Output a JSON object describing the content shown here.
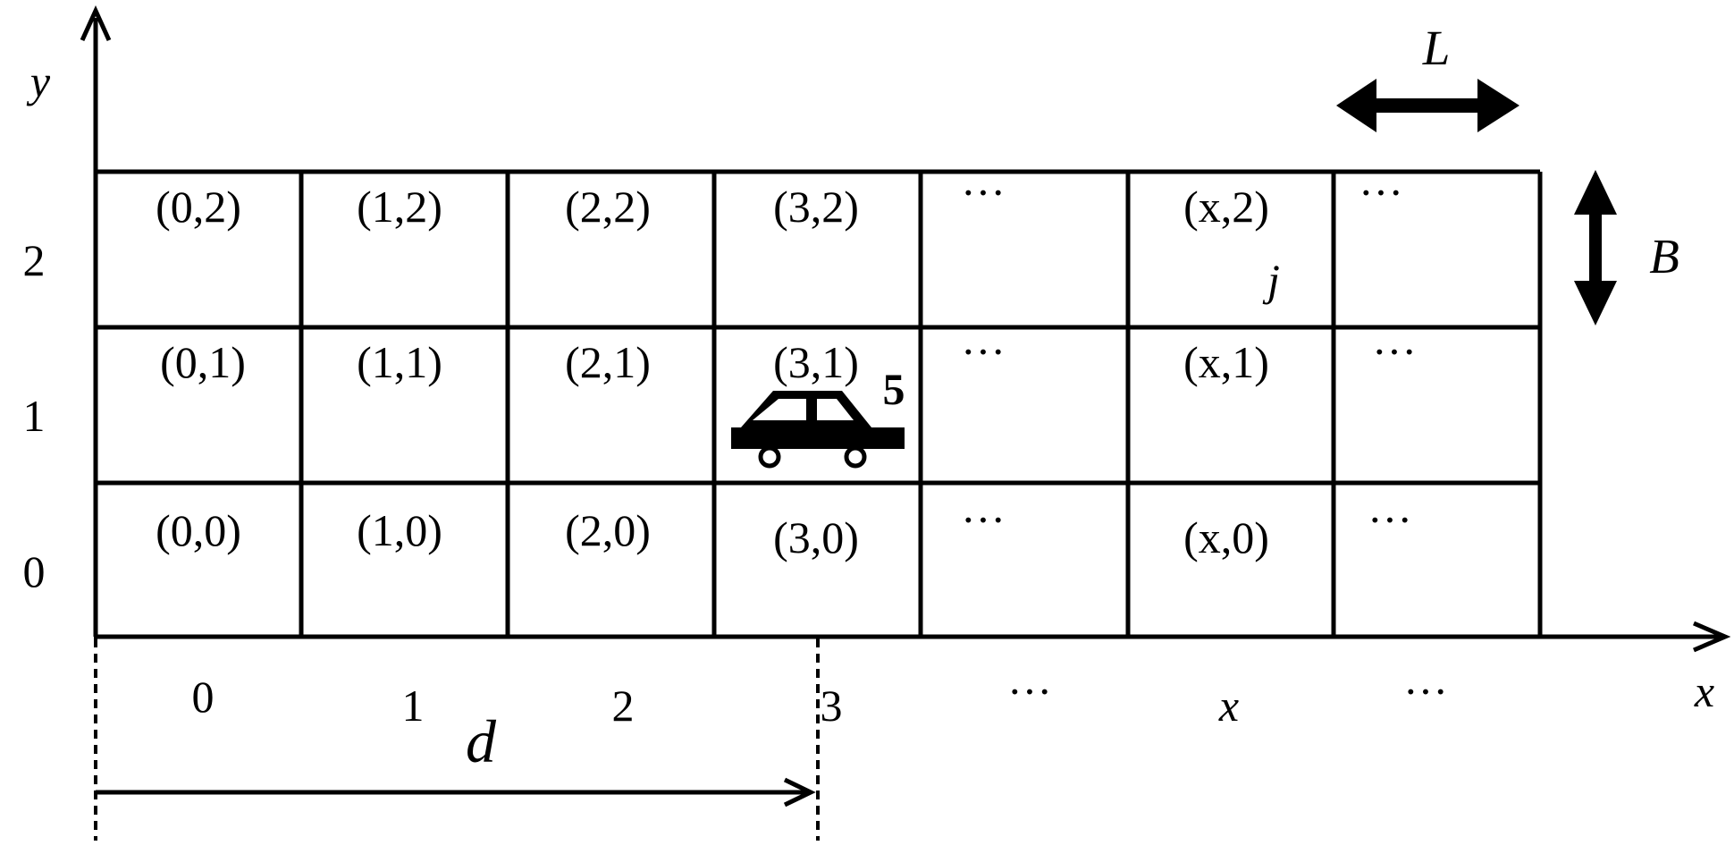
{
  "colors": {
    "ink": "#000000",
    "background": "#ffffff"
  },
  "axes": {
    "x_label": "x",
    "y_label": "y"
  },
  "columns": [
    "0",
    "1",
    "2",
    "3",
    "···",
    "x",
    "···"
  ],
  "rows": [
    "0",
    "1",
    "2"
  ],
  "cells": [
    [
      "(0,2)",
      "(1,2)",
      "(2,2)",
      "(3,2)",
      "···",
      "(x,2)",
      "···"
    ],
    [
      "(0,1)",
      "(1,1)",
      "(2,1)",
      "(3,1)",
      "···",
      "(x,1)",
      "···"
    ],
    [
      "(0,0)",
      "(1,0)",
      "(2,0)",
      "(3,0)",
      "···",
      "(x,0)",
      "···"
    ]
  ],
  "cell_note": "j",
  "dimension_labels": {
    "length": "L",
    "width": "B",
    "distance": "d"
  },
  "vehicle": {
    "icon": "car-icon",
    "id_label": "5"
  }
}
